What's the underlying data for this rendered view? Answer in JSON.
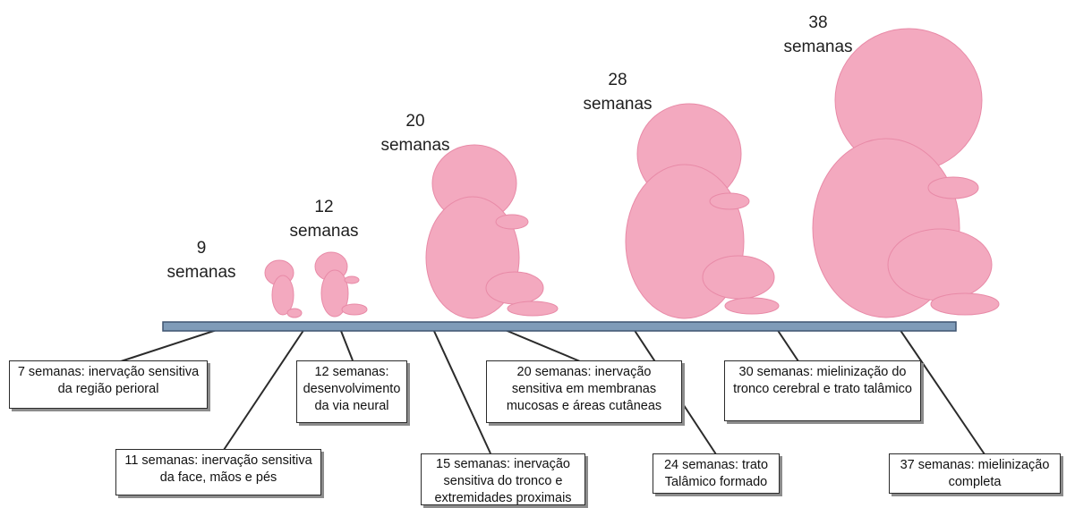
{
  "colors": {
    "skin": "#f3a9bf",
    "skin_shade": "#e88aa7",
    "bar": "#7f9bb8",
    "bar_edge": "#3e5470"
  },
  "stages": [
    {
      "number": "9",
      "unit": "semanas"
    },
    {
      "number": "12",
      "unit": "semanas"
    },
    {
      "number": "20",
      "unit": "semanas"
    },
    {
      "number": "28",
      "unit": "semanas"
    },
    {
      "number": "38",
      "unit": "semanas"
    }
  ],
  "callouts": [
    "7 semanas: inervação sensitiva da região perioral",
    "11 semanas: inervação sensitiva da face, mãos e pés",
    "12 semanas: desenvolvimento da via neural",
    "15 semanas: inervação sensitiva do tronco e extremidades proximais",
    "20 semanas: inervação sensitiva em membranas mucosas e áreas cutâneas",
    "24 semanas: trato Talâmico formado",
    "30 semanas: mielinização do tronco cerebral e trato talâmico",
    "37 semanas: mielinização completa"
  ]
}
